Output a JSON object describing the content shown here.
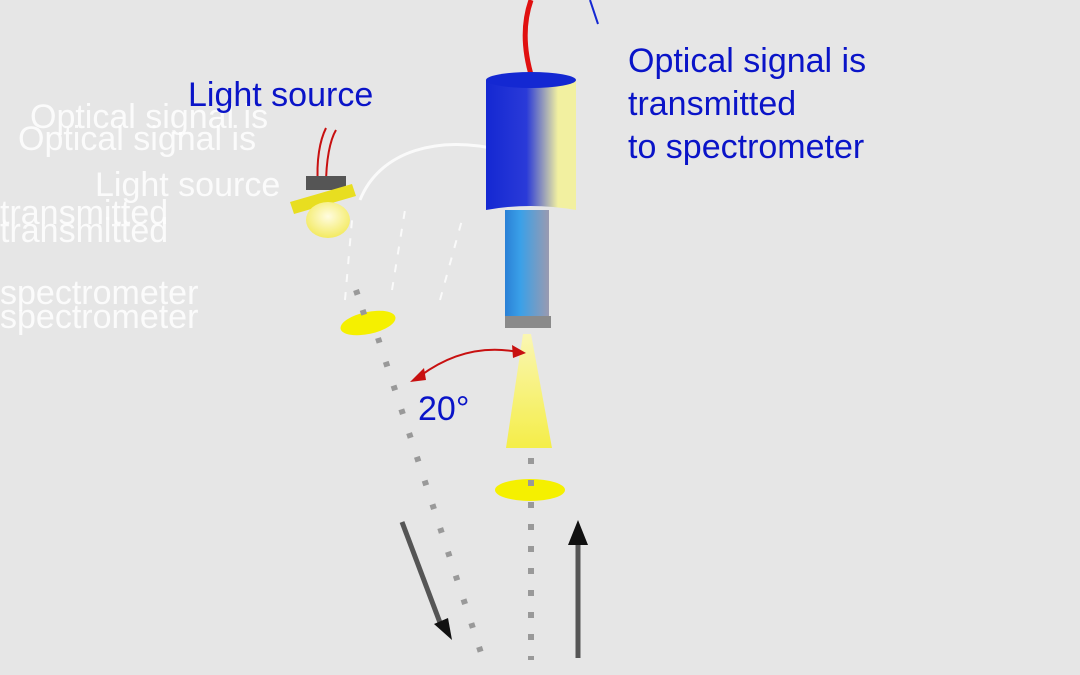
{
  "labels": {
    "light_source": "Light source",
    "signal_line_1": "Optical signal is",
    "signal_line_2": "transmitted",
    "signal_line_3": "to spectrometer",
    "angle": "20°"
  },
  "ghost_text": {
    "line_1": "Optical signal is",
    "line_2": "Light source",
    "line_3": "transmitted",
    "line_4": "spectrometer"
  },
  "colors": {
    "background": "#e6e6e6",
    "label_text": "#0a14c8",
    "fiber": "#e01010",
    "angle_arrow": "#c81010",
    "probe_body": "#1428d2",
    "probe_glow": "#f2f0a0",
    "light_spot": "#f5f000",
    "ghost_text": "#ffffff"
  },
  "icons": {
    "probe": "fiber-optic-probe-icon",
    "lamp": "light-source-lamp-icon"
  }
}
